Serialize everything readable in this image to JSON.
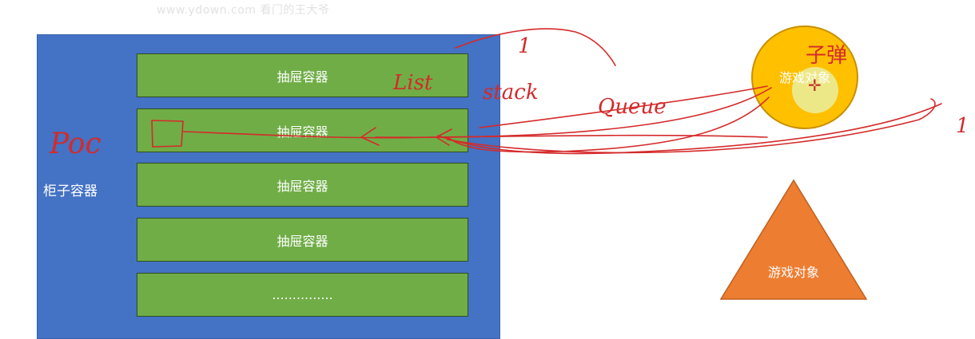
{
  "watermark": "www.ydown.com 看门的王大爷",
  "cabinet": {
    "label": "柜子容器",
    "color": "#4472c4"
  },
  "drawers": [
    {
      "label": "抽屉容器"
    },
    {
      "label": "抽屉容器"
    },
    {
      "label": "抽屉容器"
    },
    {
      "label": "抽屉容器"
    },
    {
      "label": "..............."
    }
  ],
  "drawer_color": "#70ad47",
  "game_objects": {
    "circle": {
      "label": "游戏对象",
      "color": "#ffc000"
    },
    "triangle": {
      "label": "游戏对象",
      "color": "#ed7d31"
    }
  },
  "annotations": {
    "pool": "Poc",
    "list": "List",
    "stack": "stack",
    "queue": "Queue",
    "bullet": "子弹",
    "marker_1": "1",
    "marker_2": "1",
    "ink_color": "#d42a2a"
  }
}
